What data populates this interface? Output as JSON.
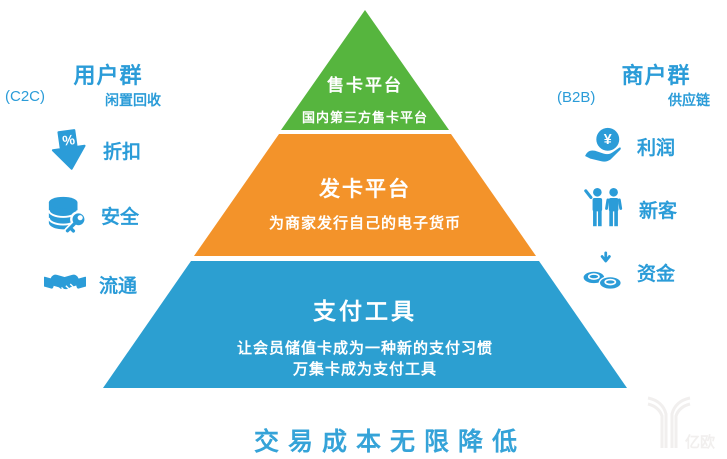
{
  "colors": {
    "accent_blue": "#2b9cd8",
    "tier_green": "#56b53e",
    "tier_orange": "#f3932a",
    "tier_blue": "#2c9fd1",
    "footer_blue": "#35a3d8"
  },
  "left_panel": {
    "title": "用户群",
    "tag": "(C2C)",
    "subtitle": "闲置回收",
    "items": [
      {
        "icon": "discount-arrow-icon",
        "glyph": "%",
        "label": "折扣"
      },
      {
        "icon": "database-key-icon",
        "label": "安全"
      },
      {
        "icon": "handshake-icon",
        "label": "流通"
      }
    ]
  },
  "right_panel": {
    "title": "商户群",
    "tag": "(B2B)",
    "subtitle": "供应链",
    "items": [
      {
        "icon": "hand-coin-icon",
        "glyph": "¥",
        "label": "利润"
      },
      {
        "icon": "people-icon",
        "label": "新客"
      },
      {
        "icon": "coins-icon",
        "label": "资金"
      }
    ]
  },
  "pyramid": {
    "tiers": [
      {
        "name": "top",
        "title": "售卡平台",
        "subtitle": "国内第三方售卡平台",
        "color": "#56b53e"
      },
      {
        "name": "middle",
        "title": "发卡平台",
        "subtitle": "为商家发行自己的电子货币",
        "color": "#f3932a"
      },
      {
        "name": "bottom",
        "title": "支付工具",
        "subtitle_line1": "让会员储值卡成为一种新的支付习惯",
        "subtitle_line2": "万集卡成为支付工具",
        "color": "#2c9fd1"
      }
    ]
  },
  "footer": {
    "title": "交易成本无限降低"
  },
  "watermark": {
    "text": "亿欧"
  }
}
